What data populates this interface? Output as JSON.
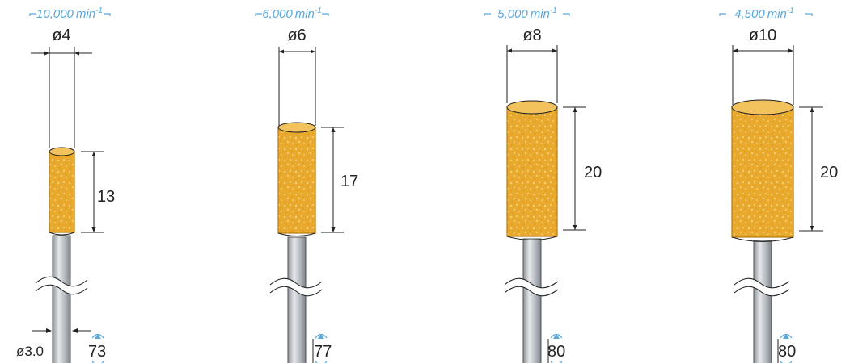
{
  "colors": {
    "stone": "#e7a628",
    "stone_outline": "#b67b10",
    "shank": "#a9aeb3",
    "speed": "#5aa7d9",
    "line": "#222222"
  },
  "tools": [
    {
      "speed": "10,000",
      "speed_unit": "min",
      "speed_exp": "-1",
      "diameter_label": "ø4",
      "length_label": "13",
      "shank_label": "ø3.0",
      "overall_label": "73"
    },
    {
      "speed": "6,000",
      "speed_unit": "min",
      "speed_exp": "-1",
      "diameter_label": "ø6",
      "length_label": "17",
      "overall_label": "77"
    },
    {
      "speed": "5,000",
      "speed_unit": "min",
      "speed_exp": "-1",
      "diameter_label": "ø8",
      "length_label": "20",
      "overall_label": "80"
    },
    {
      "speed": "4,500",
      "speed_unit": "min",
      "speed_exp": "-1",
      "diameter_label": "ø10",
      "length_label": "20",
      "overall_label": "80"
    }
  ]
}
